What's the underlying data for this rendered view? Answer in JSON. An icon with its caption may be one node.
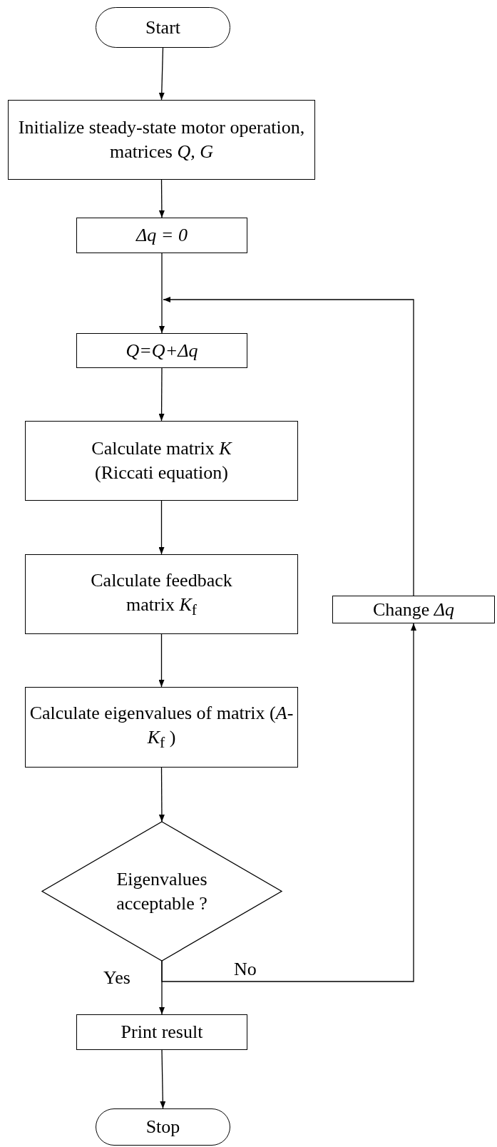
{
  "diagram": {
    "nodes": [
      {
        "text": [
          "Start"
        ]
      },
      {
        "text": [
          "Initialize steady-state motor operation, matrices *Q, G*"
        ]
      },
      {
        "text": [
          "*Δq = 0*"
        ]
      },
      {
        "text": [
          "*Q=Q+Δq*"
        ]
      },
      {
        "text": [
          "Calculate matrix *K* (Riccati equation)"
        ]
      },
      {
        "text": [
          "Calculate feedback matrix *K*$_{f}$"
        ]
      },
      {
        "text": [
          "Calculate eigenvalues of matrix (*A*- *K*$_{f}$ )"
        ]
      },
      {
        "text": [
          "Eigenvalues acceptable ?"
        ]
      },
      {
        "text": [
          "Change *Δq*"
        ]
      },
      {
        "text": [
          "Print result"
        ]
      },
      {
        "text": [
          "Stop"
        ]
      }
    ],
    "edges": [
      {
        "from": 0,
        "to": 1,
        "arrow": "to"
      },
      {
        "from": 1,
        "to": 2,
        "arrow": "to"
      },
      {
        "from": 2,
        "to": 3,
        "arrow": "to"
      },
      {
        "from": 3,
        "to": 4,
        "arrow": "to"
      },
      {
        "from": 4,
        "to": 5,
        "arrow": "to"
      },
      {
        "from": 5,
        "to": 6,
        "arrow": "to"
      },
      {
        "from": 6,
        "to": 7,
        "arrow": "to"
      },
      {
        "from": 7,
        "to": 9,
        "arrow": "to",
        "label": "Yes"
      },
      {
        "from": 7,
        "to": 8,
        "arrow": "to",
        "label": "No"
      },
      {
        "from": 8,
        "to": 3,
        "arrow": "to"
      },
      {
        "from": 9,
        "to": 10,
        "arrow": "to"
      }
    ]
  }
}
